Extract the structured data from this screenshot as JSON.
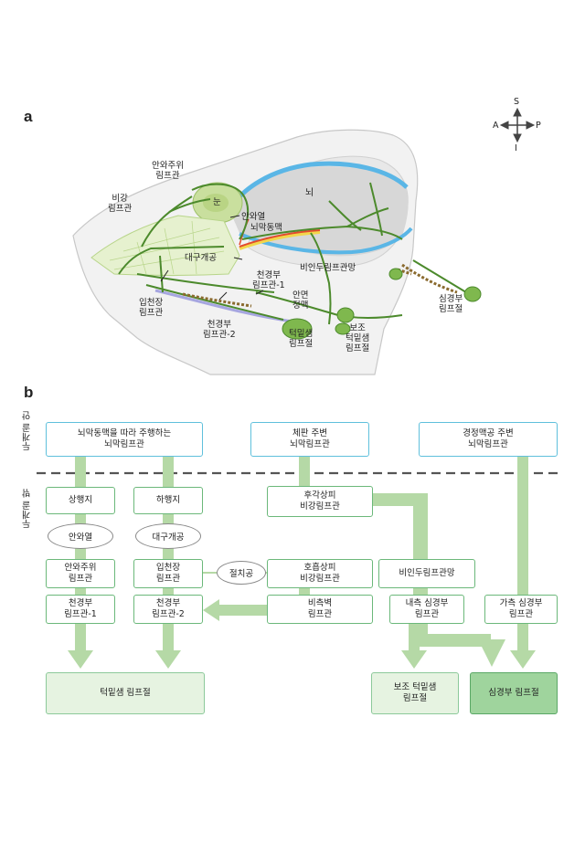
{
  "panel_a": {
    "label": "a",
    "compass": {
      "s": "S",
      "a": "A",
      "p": "P",
      "i": "I"
    },
    "labels": {
      "brain": "뇌",
      "eye": "눈",
      "orbital_lymph": "안와주위\n림프관",
      "nasal_lymph": "비강\n림프관",
      "orbital_fissure": "안와열",
      "meningeal_artery": "뇌막동맥",
      "palatine_foramen": "대구개공",
      "nasopharyngeal_plexus": "비인두림프관망",
      "superficial_cervical_1": "천경부\n림프관-1",
      "incisive_lymph": "입천장\n림프관",
      "facial_vein": "안면\n정맥",
      "superficial_cervical_2": "천경부\n림프관-2",
      "submandibular_ln": "턱밑샘\n림프절",
      "accessory_submandibular_ln": "보조\n턱밑샘\n림프절",
      "deep_cervical_ln": "심경부\n림프절"
    }
  },
  "panel_b": {
    "label": "b",
    "side_labels": {
      "inside": "두개골 안",
      "outside": "두개골 밖"
    },
    "top_boxes": {
      "mma": "뇌막동맥을 따라 주행하는\n뇌막림프관",
      "cribriform": "체판 주변\n뇌막림프관",
      "jugular": "경정맥공 주변\n뇌막림프관"
    },
    "boxes": {
      "superior_branch": "상행지",
      "inferior_branch": "하행지",
      "olfactory": "후각상피\n비강림프관",
      "orbital_fissure": "안와열",
      "palatine_foramen": "대구개공",
      "incisive_canal": "절치공",
      "periorbital": "안와주위\n림프관",
      "palatine": "입천장\n림프관",
      "respiratory": "호흡상피\n비강림프관",
      "nasopharyngeal": "비인두림프관망",
      "sc1": "천경부\n림프관-1",
      "sc2": "천경부\n림프관-2",
      "lateral_nasal": "비측벽\n림프관",
      "medial_deep": "내측 심경부\n림프관",
      "lateral_deep": "가측 심경부\n림프관",
      "submandibular_ln": "턱밑샘 림프절",
      "accessory_ln": "보조 턱밑샘\n림프절",
      "deep_cervical_ln": "심경부 림프절"
    }
  }
}
